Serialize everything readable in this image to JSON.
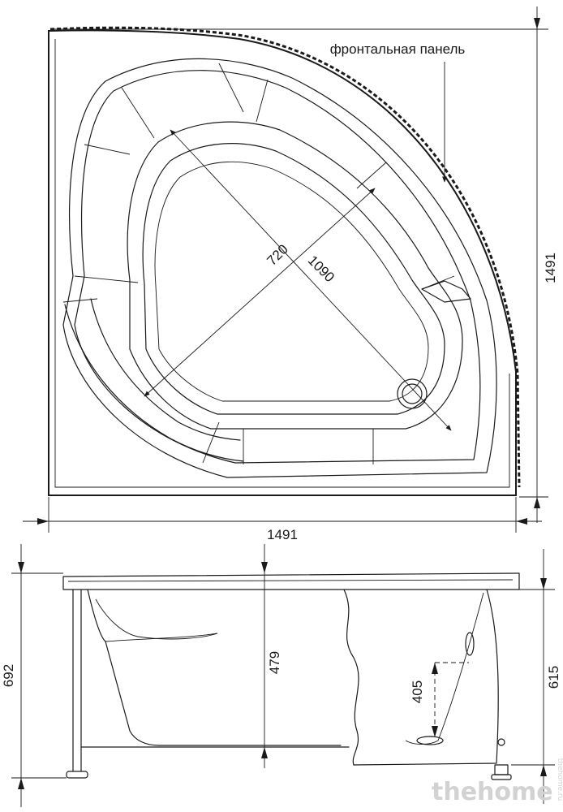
{
  "top_view": {
    "panel_label": "фронтальная панель",
    "dim_width": "1491",
    "dim_height": "1491",
    "dim_inner_depth": "720",
    "dim_diagonal": "1090"
  },
  "side_view": {
    "dim_total_height": "692",
    "dim_bowl_depth": "479",
    "dim_panel_height": "615",
    "dim_drain_height": "405"
  },
  "watermark": {
    "brand": "thehome",
    "domain": "thehome.ru"
  }
}
